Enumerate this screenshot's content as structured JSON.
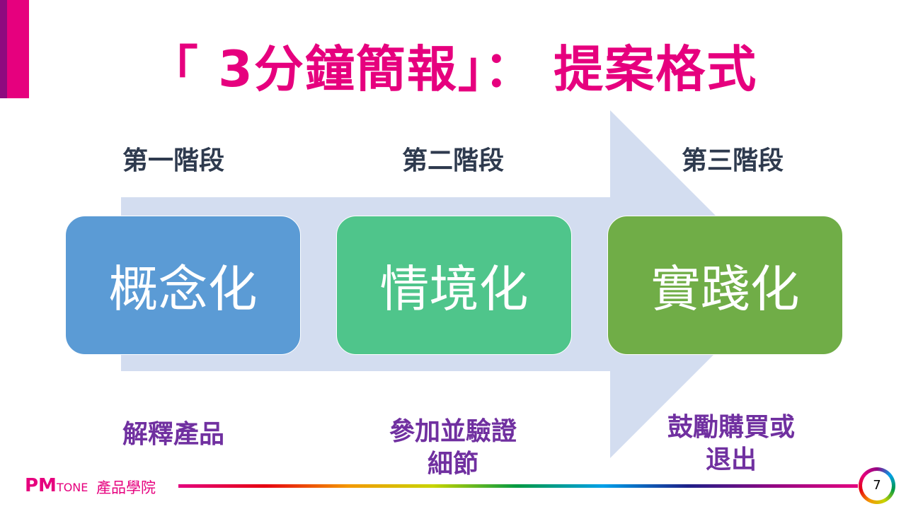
{
  "title": "「 3分鐘簡報」： 提案格式",
  "stages": [
    {
      "label": "第一階段",
      "box": "概念化",
      "desc": "解釋產品",
      "color": "#5b9bd5"
    },
    {
      "label": "第二階段",
      "box": "情境化",
      "desc": "參加並驗證\n細節",
      "color": "#4fc58b"
    },
    {
      "label": "第三階段",
      "box": "實踐化",
      "desc": "鼓勵購買或\n退出",
      "color": "#70ad47"
    }
  ],
  "footer": {
    "logo": "PM",
    "logo_suffix": "TONE",
    "academy": "產品學院",
    "page": "7"
  },
  "colors": {
    "accent": "#e6007e",
    "arrow": "#d3ddf0"
  }
}
